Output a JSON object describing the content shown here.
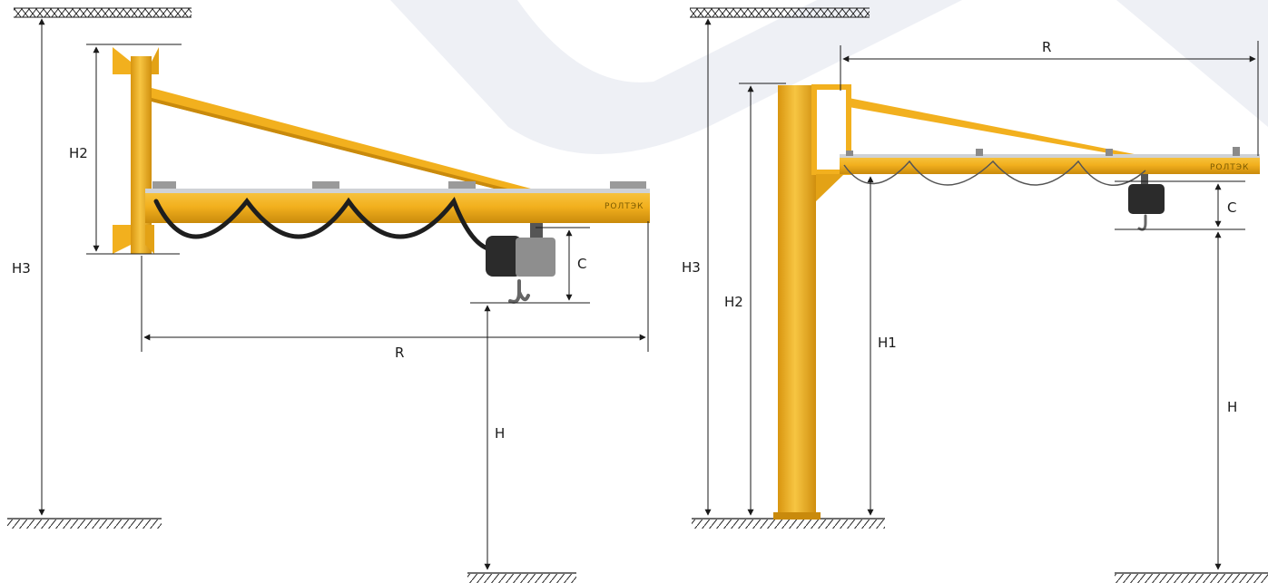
{
  "colors": {
    "crane_yellow": "#F2B01E",
    "crane_shadow": "#C98A0C",
    "line": "#1a1a1a",
    "hoist_dark": "#2b2b2b",
    "hoist_grey": "#8e8e8e",
    "watermark": "#eef0f5"
  },
  "left_crane": {
    "brand": "РОЛТЭК",
    "dims": {
      "h3": "H3",
      "h2": "H2",
      "c": "C",
      "r": "R",
      "h": "H"
    }
  },
  "right_crane": {
    "brand": "РОЛТЭК",
    "dims": {
      "h3": "H3",
      "h2": "H2",
      "h1": "H1",
      "c": "C",
      "r": "R",
      "h": "H"
    }
  }
}
